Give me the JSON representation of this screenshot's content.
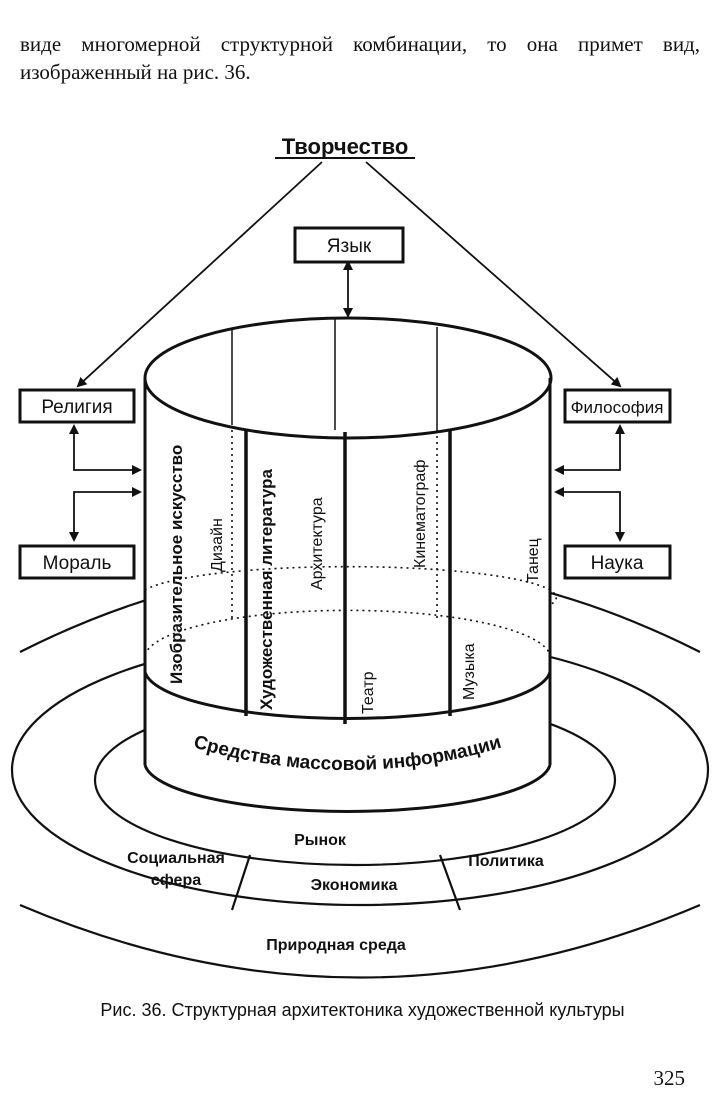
{
  "text": {
    "line1": "виде многомерной структурной комбинации, то она примет вид,",
    "line2": "изображенный на рис. 36."
  },
  "diagram": {
    "top": "Творчество",
    "language": "Язык",
    "religion": "Религия",
    "morality": "Мораль",
    "philosophy": "Философия",
    "science": "Наука",
    "fine_arts": "Изобразительное искусство",
    "design": "Дизайн",
    "literature": "Художественная литература",
    "architecture": "Архитектура",
    "theatre": "Театр",
    "cinema": "Кинематограф",
    "music": "Музыка",
    "dance": "Танец",
    "mass_media": "Средства массовой информации",
    "market": "Рынок",
    "social_line1": "Социальная",
    "social_line2": "сфера",
    "economy": "Экономика",
    "politics": "Политика",
    "nature": "Природная среда"
  },
  "caption": "Рис. 36. Структурная архитектоника художественной культуры",
  "page_number": "325"
}
